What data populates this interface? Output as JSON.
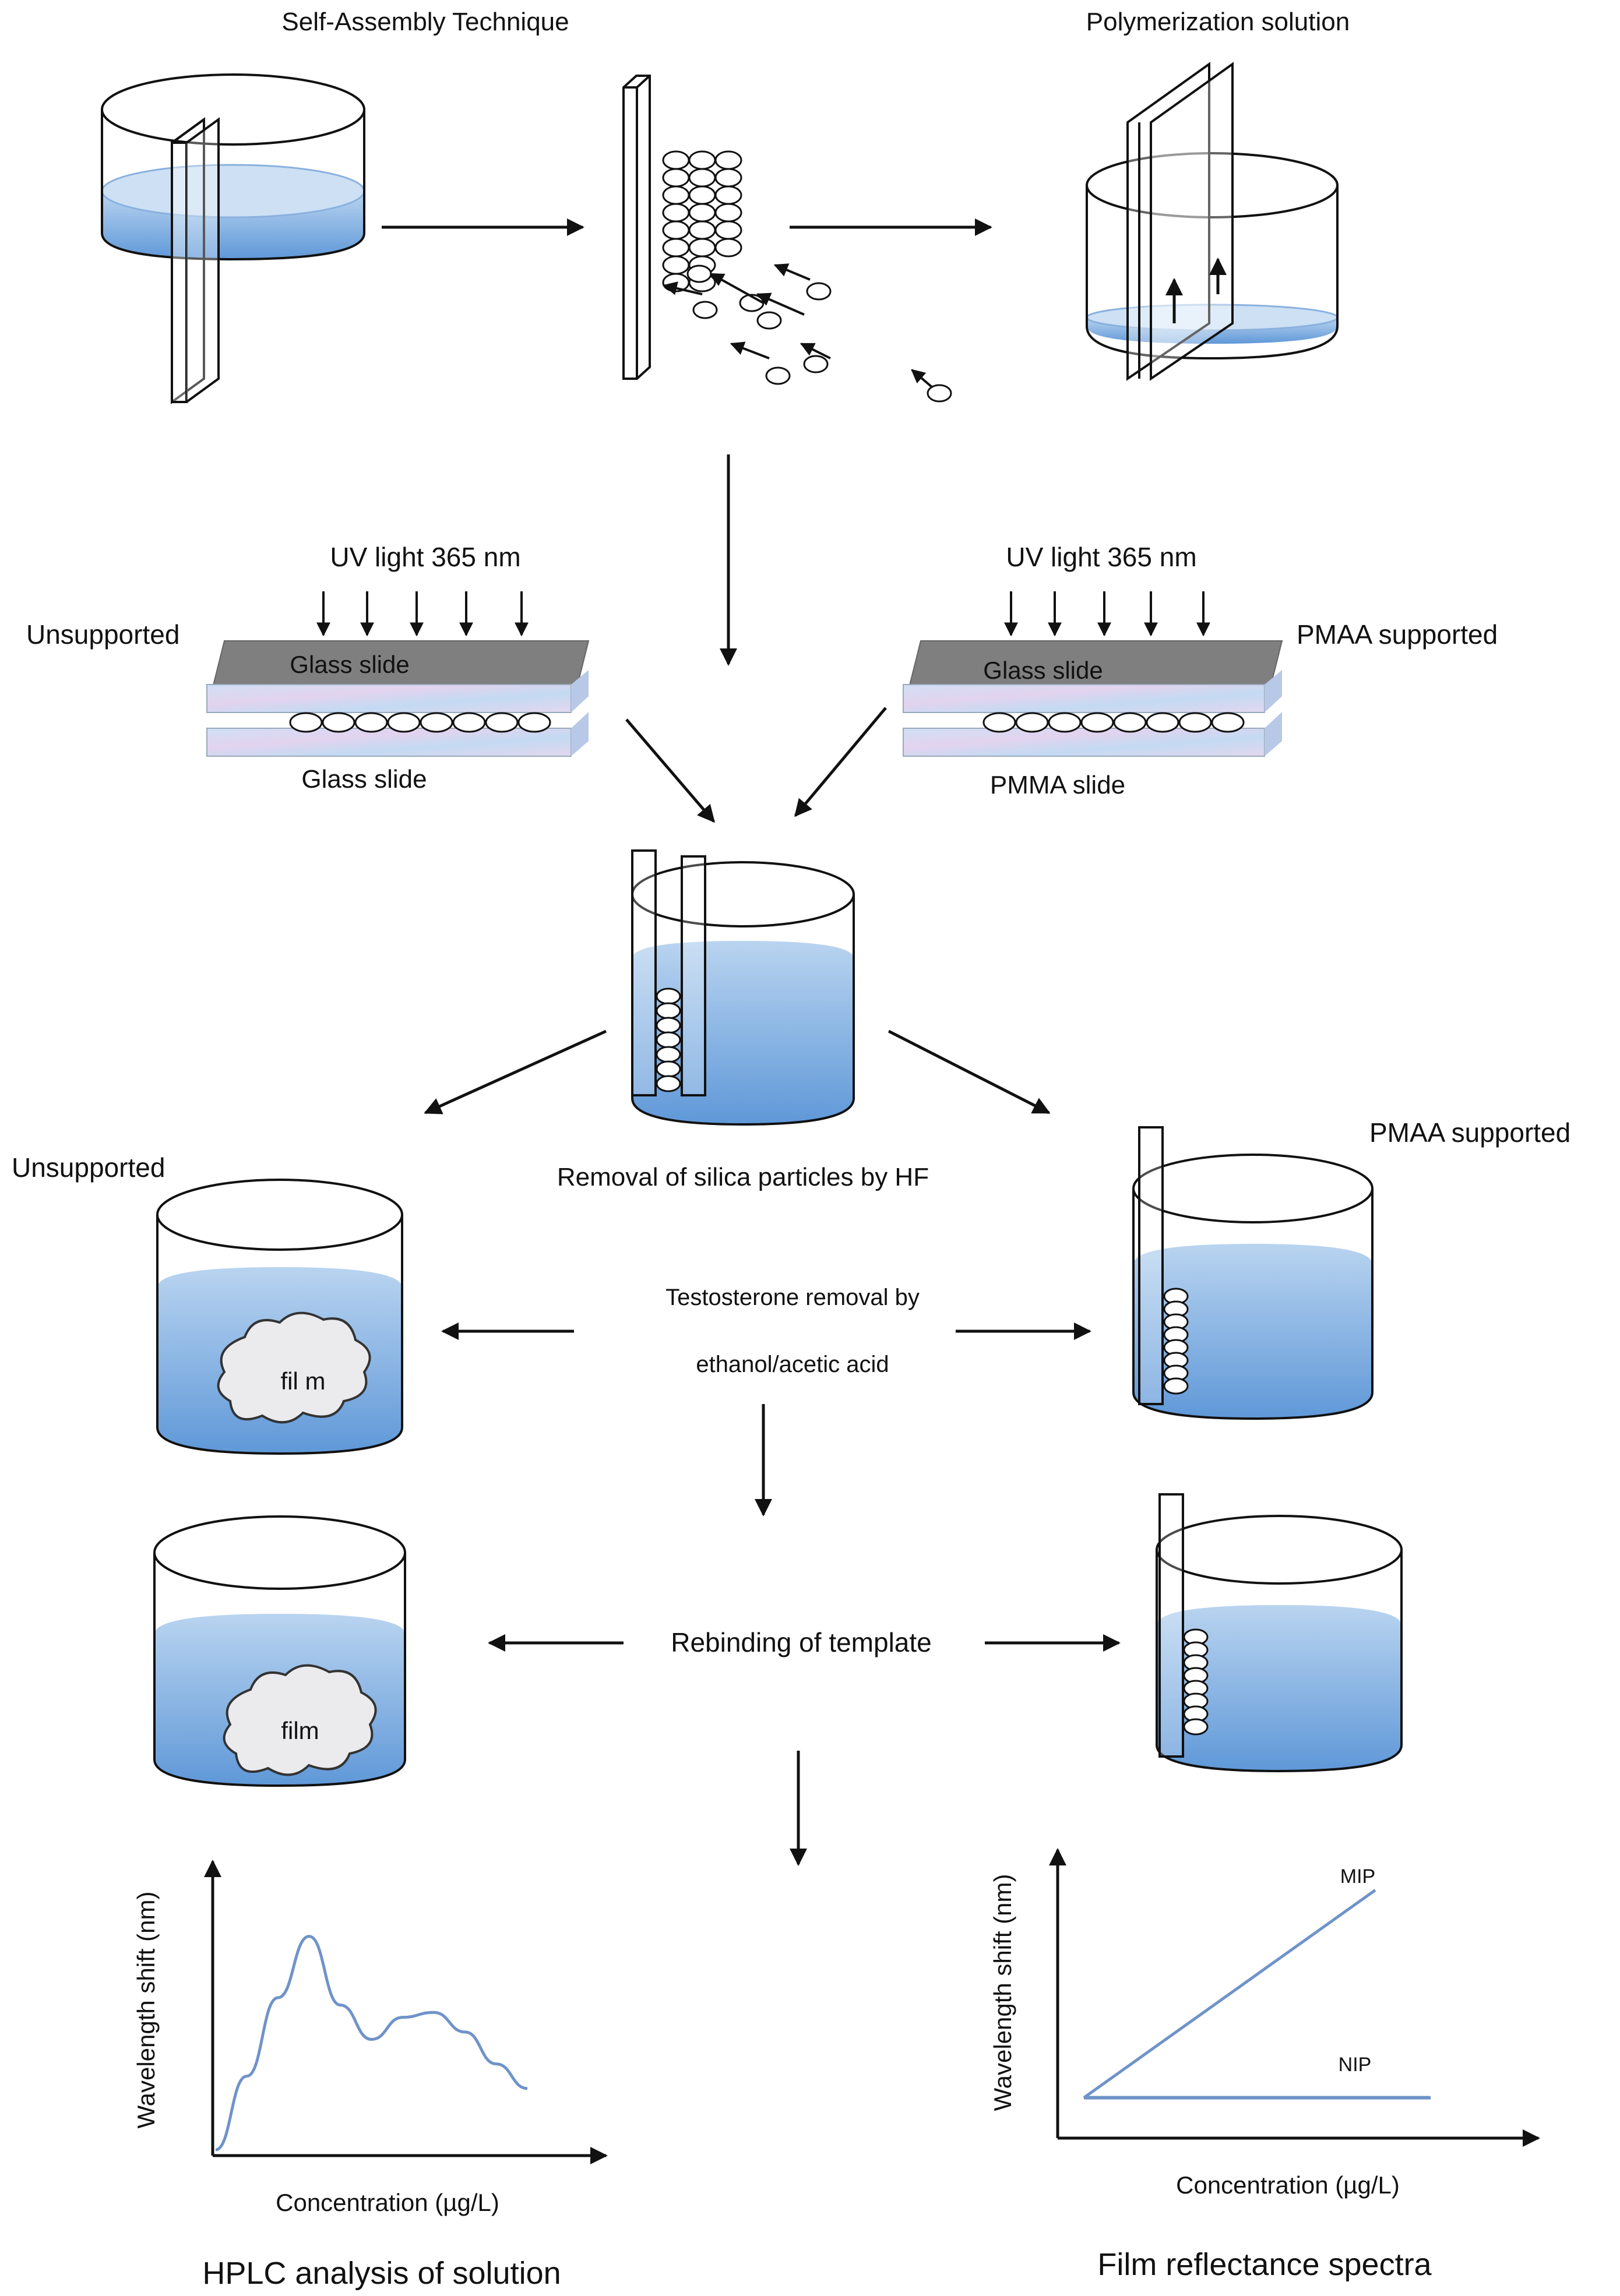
{
  "labels": {
    "self_assembly": "Self-Assembly Technique",
    "polymerization": "Polymerization solution",
    "uv_left": "UV light 365 nm",
    "uv_right": "UV light 365 nm",
    "unsupported_top": "Unsupported",
    "pmaa_supported_top": "PMAA supported",
    "glass_slide_top_left": "Glass slide",
    "glass_slide_bottom_left": "Glass slide",
    "glass_slide_top_right": "Glass slide",
    "pmma_slide": "PMMA slide",
    "removal_silica": "Removal of silica particles by HF",
    "unsupported_mid": "Unsupported",
    "pmaa_supported_mid": "PMAA supported",
    "testosterone_line1": "Testosterone removal by",
    "testosterone_line2": "ethanol/acetic acid",
    "film_mid": "fil m",
    "film_low": "film",
    "rebinding": "Rebinding of template",
    "hplc_title": "HPLC analysis of solution",
    "reflectance_title": "Film reflectance spectra"
  },
  "colors": {
    "water_top": "#b9d4f0",
    "water_bottom": "#5f98d8",
    "slide_grey": "#8a8a8a",
    "slide_fill": "#c8dcf2",
    "curve_blue": "#6f93c9"
  },
  "chart_data": [
    {
      "type": "line",
      "title": "HPLC analysis of solution",
      "xlabel": "Concentration (µg/L)",
      "ylabel": "Wavelength shift (nm)",
      "x": [
        0,
        1,
        2,
        3,
        4,
        5,
        6,
        7,
        8,
        9,
        10
      ],
      "series": [
        {
          "values": [
            0,
            3.0,
            6.2,
            8.7,
            5.9,
            4.5,
            5.4,
            5.6,
            4.8,
            3.5,
            2.5
          ]
        }
      ]
    },
    {
      "type": "line",
      "title": "Film reflectance spectra",
      "xlabel": "Concentration (µg/L)",
      "ylabel": "Wavelength shift (nm)",
      "x": [
        0,
        10
      ],
      "series": [
        {
          "name": "MIP",
          "values": [
            1,
            7
          ]
        },
        {
          "name": "NIP",
          "values": [
            1,
            1
          ]
        }
      ]
    }
  ]
}
